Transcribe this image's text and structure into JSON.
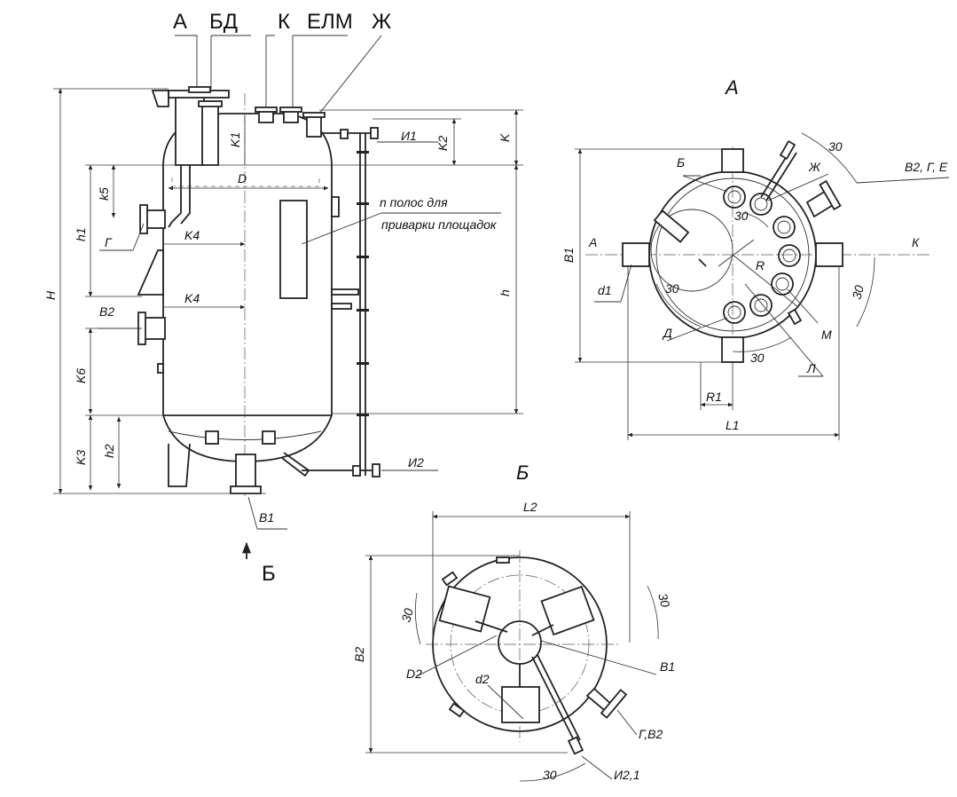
{
  "top_labels": {
    "A": "А",
    "BD": "БД",
    "K": "К",
    "ELM": "ЕЛМ",
    "ZH": "Ж"
  },
  "view_titles": {
    "view_A": "А",
    "view_B": "Б",
    "arrow_B": "Б"
  },
  "main_view": {
    "H": "H",
    "h1": "h1",
    "h": "h",
    "h2": "h2",
    "K": "K",
    "K1": "K1",
    "K2": "K2",
    "K3": "K3",
    "K4_top": "K4",
    "K4_bottom": "K4",
    "k5": "k5",
    "K6": "K6",
    "D": "D",
    "I1": "И1",
    "I2": "И2",
    "G": "Г",
    "V2": "В2",
    "V1": "В1",
    "note_line1": "n полос для",
    "note_line2": "приварки площадок"
  },
  "view_A": {
    "B": "Б",
    "ZH": "Ж",
    "V2GE": "В2, Г, Е",
    "A": "А",
    "K": "К",
    "B1": "B1",
    "d1": "d1",
    "D": "Д",
    "M": "М",
    "L": "Л",
    "R": "R",
    "R1": "R1",
    "L1": "L1",
    "angle_1": "30",
    "angle_2": "30",
    "angle_3": "30",
    "angle_4": "30",
    "angle_5": "30"
  },
  "view_B": {
    "L2": "L2",
    "B2": "B2",
    "D2": "D2",
    "d2": "d2",
    "V1": "В1",
    "GV2": "Г,В2",
    "I21": "И2,1",
    "angle_1": "30",
    "angle_2": "30",
    "angle_3": "30"
  }
}
